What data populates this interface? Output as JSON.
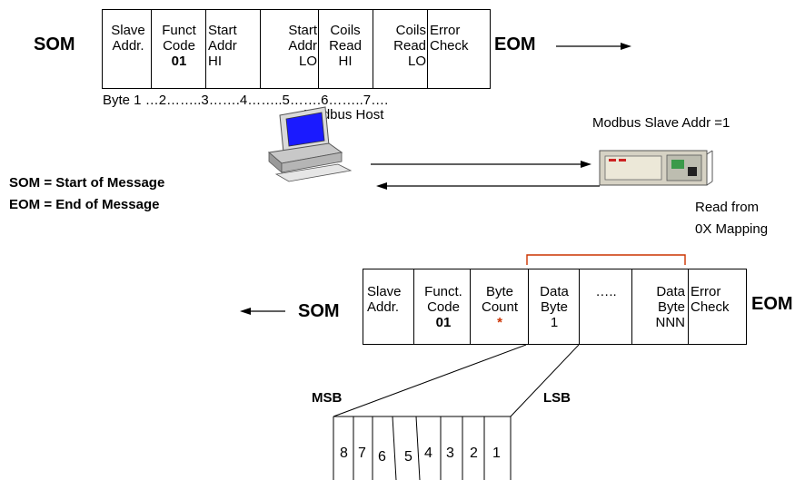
{
  "request": {
    "som": "SOM",
    "eom": "EOM",
    "fields": [
      {
        "line1": "Slave",
        "line2": "Addr.",
        "line3": ""
      },
      {
        "line1": "Funct",
        "line2": "Code",
        "line3": "01"
      },
      {
        "line1": "Start",
        "line2": "Addr",
        "line3": "HI"
      },
      {
        "line1": "Start",
        "line2": "Addr",
        "line3": "LO"
      },
      {
        "line1": "Coils",
        "line2": "Read",
        "line3": "HI"
      },
      {
        "line1": "Coils",
        "line2": "Read",
        "line3": "LO"
      },
      {
        "line1": "Error",
        "line2": "Check",
        "line3": ""
      }
    ],
    "byte_index": "Byte 1 …2……..3…….4……..5…….6……..7…."
  },
  "host": {
    "label": "Modbus Host",
    "icon": "computer-icon"
  },
  "slave": {
    "label": "Modbus Slave Addr =1",
    "read_from_line1": "Read from",
    "read_from_line2": "0X Mapping",
    "icon": "plc-device-icon"
  },
  "legend": {
    "som": "SOM = Start of Message",
    "eom": "EOM = End of Message"
  },
  "response": {
    "som": "SOM",
    "eom": "EOM",
    "fields": [
      {
        "line1": "Slave",
        "line2": "Addr.",
        "line3": ""
      },
      {
        "line1": "Funct.",
        "line2": "Code",
        "line3": "01"
      },
      {
        "line1": "Byte",
        "line2": "Count",
        "line3": "*"
      },
      {
        "line1": "Data",
        "line2": "Byte",
        "line3": "1"
      },
      {
        "line1": "",
        "line2": "…..",
        "line3": ""
      },
      {
        "line1": "Data",
        "line2": "Byte",
        "line3": "NNN"
      },
      {
        "line1": "Error",
        "line2": "Check",
        "line3": ""
      }
    ]
  },
  "bits": {
    "msb": "MSB",
    "lsb": "LSB",
    "values": [
      "8",
      "7",
      "6",
      "5",
      "4",
      "3",
      "2",
      "1"
    ]
  },
  "colors": {
    "bracket": "#cc3300",
    "asterisk": "#cc3300",
    "screen": "#1a1aff"
  }
}
